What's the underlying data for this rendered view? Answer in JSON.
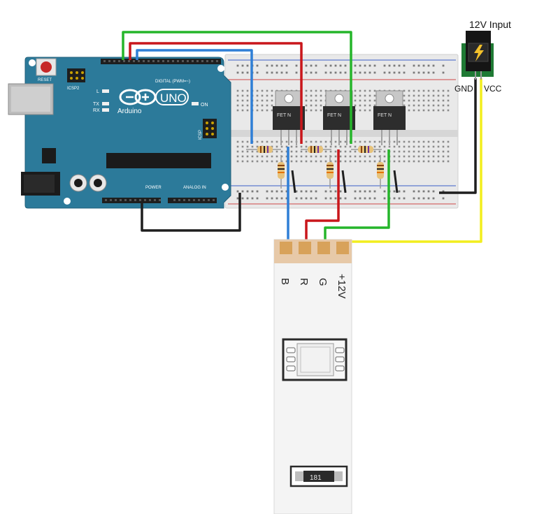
{
  "arduino": {
    "brand": "Arduino",
    "model": "UNO",
    "reset_label": "RESET",
    "icsp2_label": "ICSP2",
    "icsp_label": "ICSP",
    "digital_label": "DIGITAL (PWM=~)",
    "power_label": "POWER",
    "analog_label": "ANALOG IN",
    "led_l": "L",
    "led_tx": "TX",
    "led_rx": "RX",
    "on_label": "ON"
  },
  "transistors": [
    {
      "label": "FET N"
    },
    {
      "label": "FET N"
    },
    {
      "label": "FET N"
    }
  ],
  "power_jack": {
    "title": "12V Input",
    "gnd_label": "GND",
    "vcc_label": "VCC"
  },
  "led_strip": {
    "pins": [
      "B",
      "R",
      "G",
      "+12V"
    ]
  },
  "wire_colors": {
    "blue": "#2f7fd6",
    "red": "#c9161b",
    "green": "#25b52a",
    "black": "#1e1e1e",
    "yellow": "#f2ee1e"
  },
  "board_color": "#2c7a9a"
}
